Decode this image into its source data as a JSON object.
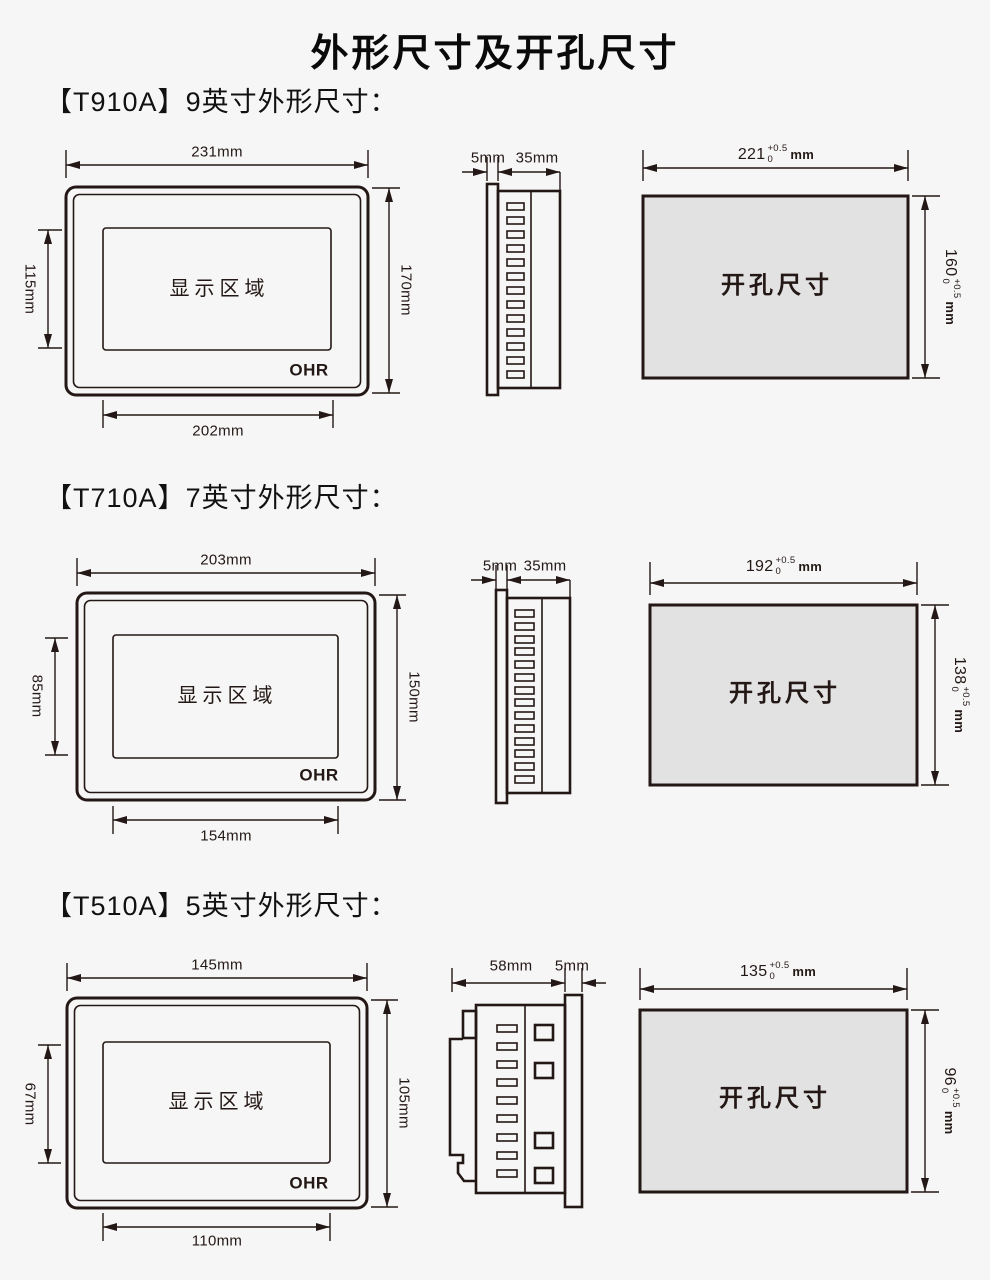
{
  "title": "外形尺寸及开孔尺寸",
  "colors": {
    "background": "#f6f6f6",
    "line": "#231815",
    "cutout_fill": "#e3e2e2"
  },
  "sections": [
    {
      "model": "【T910A】",
      "heading": "9英寸外形尺寸：",
      "front": {
        "width_top": "231mm",
        "height_right": "170mm",
        "display_height_left": "115mm",
        "display_width_bottom": "202mm",
        "display_label": "显示区域",
        "brand": "OHR"
      },
      "side": {
        "dim_left": "5mm",
        "dim_right": "35mm"
      },
      "cutout": {
        "label": "开孔尺寸",
        "width_value": "221",
        "width_tol_plus": "+0.5",
        "width_tol_minus": "0",
        "width_unit": "mm",
        "height_value": "160",
        "height_tol_plus": "+0.5",
        "height_tol_minus": "0",
        "height_unit": "mm"
      }
    },
    {
      "model": "【T710A】",
      "heading": "7英寸外形尺寸：",
      "front": {
        "width_top": "203mm",
        "height_right": "150mm",
        "display_height_left": "85mm",
        "display_width_bottom": "154mm",
        "display_label": "显示区域",
        "brand": "OHR"
      },
      "side": {
        "dim_left": "5mm",
        "dim_right": "35mm"
      },
      "cutout": {
        "label": "开孔尺寸",
        "width_value": "192",
        "width_tol_plus": "+0.5",
        "width_tol_minus": "0",
        "width_unit": "mm",
        "height_value": "138",
        "height_tol_plus": "+0.5",
        "height_tol_minus": "0",
        "height_unit": "mm"
      }
    },
    {
      "model": "【T510A】",
      "heading": "5英寸外形尺寸：",
      "front": {
        "width_top": "145mm",
        "height_right": "105mm",
        "display_height_left": "67mm",
        "display_width_bottom": "110mm",
        "display_label": "显示区域",
        "brand": "OHR"
      },
      "side": {
        "dim_left": "58mm",
        "dim_right": "5mm"
      },
      "cutout": {
        "label": "开孔尺寸",
        "width_value": "135",
        "width_tol_plus": "+0.5",
        "width_tol_minus": "0",
        "width_unit": "mm",
        "height_value": "96",
        "height_tol_plus": "+0.5",
        "height_tol_minus": "0",
        "height_unit": "mm"
      }
    }
  ]
}
